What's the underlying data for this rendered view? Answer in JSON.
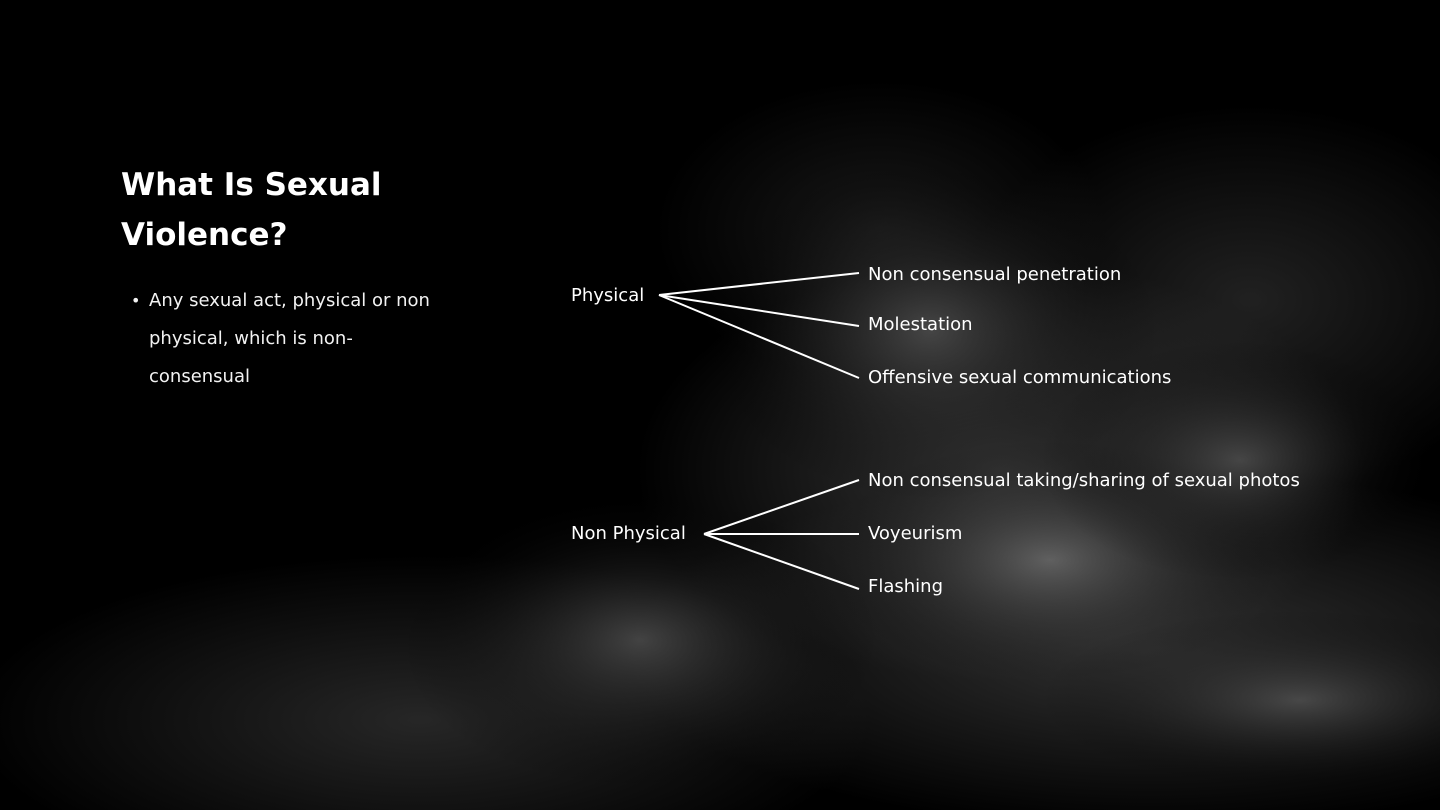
{
  "slide": {
    "title": "What Is Sexual Violence?",
    "bullets": [
      "Any sexual act, physical or non physical, which is non-consensual"
    ]
  },
  "diagram": {
    "groups": [
      {
        "label": "Physical",
        "items": [
          "Non consensual penetration",
          "Molestation",
          "Offensive sexual communications"
        ]
      },
      {
        "label": "Non Physical",
        "items": [
          "Non consensual taking/sharing of sexual photos",
          "Voyeurism",
          "Flashing"
        ]
      }
    ]
  }
}
